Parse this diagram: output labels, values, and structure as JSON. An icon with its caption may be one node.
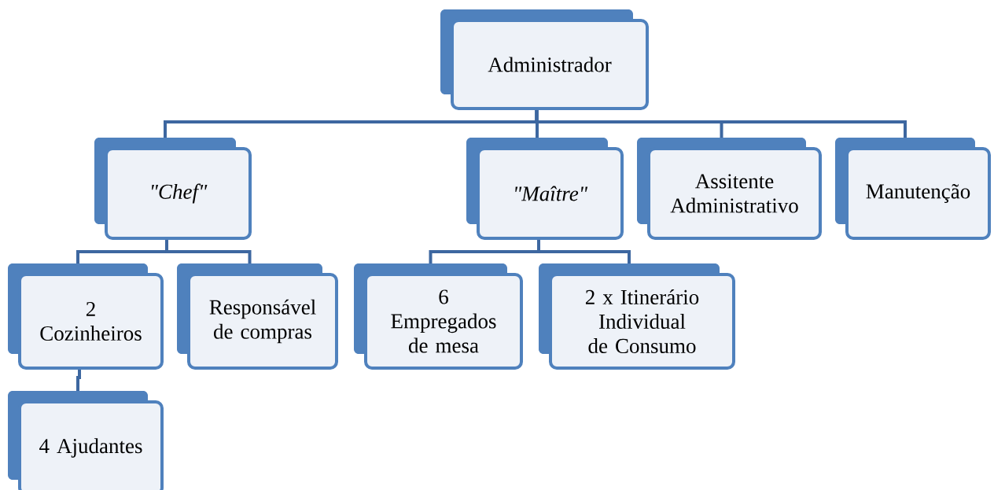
{
  "diagram": {
    "nodes": [
      {
        "text": [
          "Administrador"
        ]
      },
      {
        "text": [
          "\"Chef\""
        ]
      },
      {
        "text": [
          "\"Maître\""
        ]
      },
      {
        "text": [
          "Assitente Administrativo"
        ]
      },
      {
        "text": [
          "Manutenção"
        ]
      },
      {
        "text": [
          "2 Cozinheiros"
        ]
      },
      {
        "text": [
          "Responsável de compras"
        ]
      },
      {
        "text": [
          "6 Empregados de mesa"
        ]
      },
      {
        "text": [
          "2 x Itinerário Individual de Consumo"
        ]
      },
      {
        "text": [
          "4 Ajudantes"
        ]
      }
    ],
    "edges": [
      {
        "from": 0,
        "to": 1,
        "arrow": "none"
      },
      {
        "from": 0,
        "to": 2,
        "arrow": "none"
      },
      {
        "from": 0,
        "to": 3,
        "arrow": "none"
      },
      {
        "from": 0,
        "to": 4,
        "arrow": "none"
      },
      {
        "from": 1,
        "to": 5,
        "arrow": "none"
      },
      {
        "from": 1,
        "to": 6,
        "arrow": "none"
      },
      {
        "from": 2,
        "to": 7,
        "arrow": "none"
      },
      {
        "from": 2,
        "to": 8,
        "arrow": "none"
      },
      {
        "from": 5,
        "to": 9,
        "arrow": "none"
      }
    ]
  }
}
